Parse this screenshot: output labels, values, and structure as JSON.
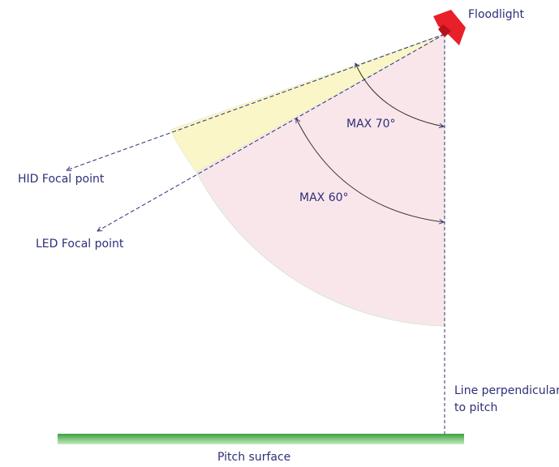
{
  "diagram": {
    "floodlight_label": "Floodlight",
    "hid_label": "HID Focal point",
    "led_label": "LED Focal point",
    "max70_label": "MAX 70°",
    "max60_label": "MAX 60°",
    "perpendicular_line1": "Line perpendicular",
    "perpendicular_line2": "to pitch",
    "pitch_label": "Pitch surface",
    "hid_max_angle_deg": 70,
    "led_max_angle_deg": 60
  },
  "colors": {
    "led_zone_fill": "#f9e6ea",
    "hid_zone_fill": "#fbf6c8",
    "floodlight": "#e8202a",
    "line": "#2e2e7a",
    "pitch_top": "#3aa043",
    "pitch_bottom": "#bfe7b4"
  },
  "icons": {
    "floodlight": "floodlight-icon"
  }
}
